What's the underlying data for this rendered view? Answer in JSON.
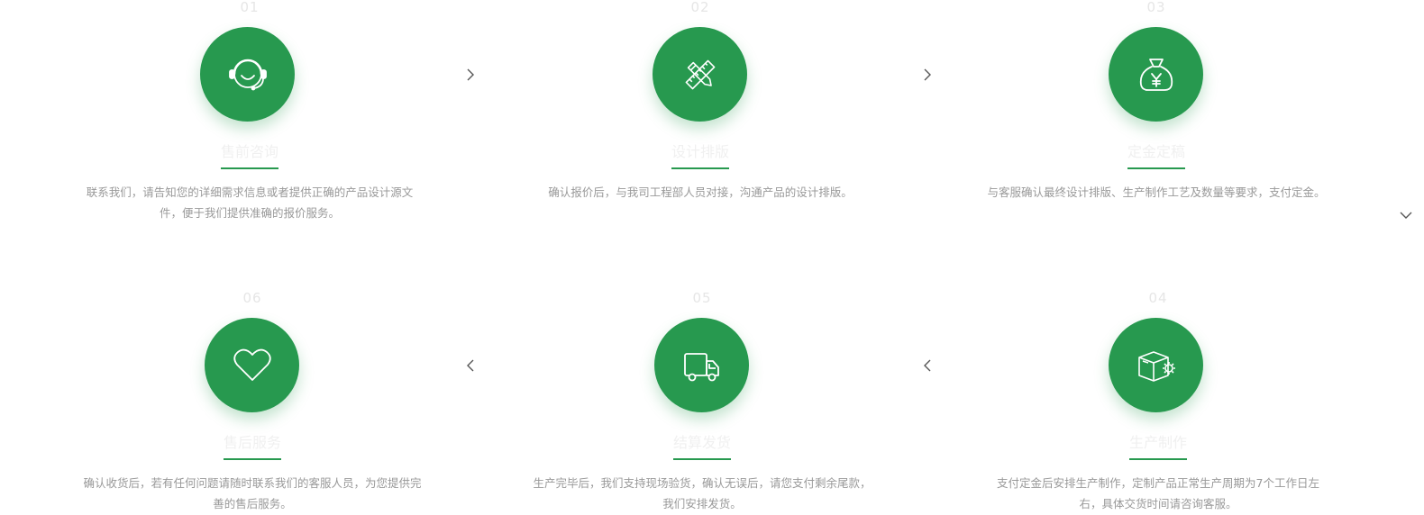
{
  "steps": [
    {
      "num": "01",
      "title": "售前咨询",
      "desc": "联系我们，请告知您的详细需求信息或者提供正确的产品设计源文件，便于我们提供准确的报价服务。",
      "icon": "headset-icon"
    },
    {
      "num": "02",
      "title": "设计排版",
      "desc": "确认报价后，与我司工程部人员对接，沟通产品的设计排版。",
      "icon": "ruler-pencil-icon"
    },
    {
      "num": "03",
      "title": "定金定稿",
      "desc": "与客服确认最终设计排版、生产制作工艺及数量等要求，支付定金。",
      "icon": "money-bag-icon"
    },
    {
      "num": "04",
      "title": "生产制作",
      "desc": "支付定金后安排生产制作，定制产品正常生产周期为7个工作日左右，具体交货时间请咨询客服。",
      "icon": "box-gear-icon"
    },
    {
      "num": "05",
      "title": "结算发货",
      "desc": "生产完毕后，我们支持现场验货，确认无误后，请您支付剩余尾款，我们安排发货。",
      "icon": "truck-icon"
    },
    {
      "num": "06",
      "title": "售后服务",
      "desc": "确认收货后，若有任何问题请随时联系我们的客服人员，为您提供完善的售后服务。",
      "icon": "heart-icon"
    }
  ],
  "colors": {
    "accent": "#27994f",
    "text_muted": "#999999",
    "title_faint": "#f0f0f0"
  }
}
